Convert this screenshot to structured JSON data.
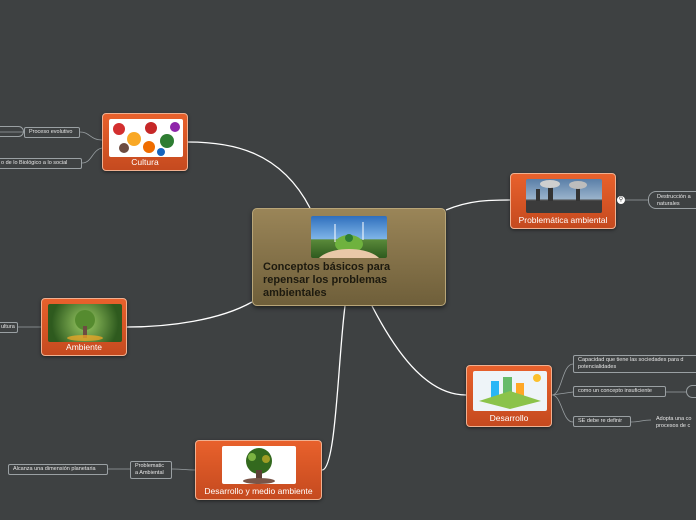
{
  "center": {
    "title": "Conceptos básicos para repensar los problemas ambientales"
  },
  "topics": {
    "cultura": {
      "label": "Cultura"
    },
    "problematica": {
      "label": "Problemática ambiental"
    },
    "ambiente": {
      "label": "Ambiente"
    },
    "desarrollo": {
      "label": "Desarrollo"
    },
    "desarrollo_ambiente": {
      "label": "Desarrollo y medio ambiente"
    }
  },
  "leaves": {
    "proceso_evolutivo": "Proceso evolutivo",
    "biologico_social": "o de lo Biológico a lo social",
    "cultura_left": "ultura",
    "destruccion": "Destrucción a\nnaturales",
    "capacidad": "Capacidad que tiene las sociedades para d\npotencialidades",
    "concepto_insuficiente": "como un concepto insuficiente",
    "se_debe": "SE debe re definir",
    "adopta": "Adopta una co\nprocesos de c",
    "problematica_ambiental": "Problematic\na Ambiental",
    "dimension_planetaria": "Alcanza una dimensión planetaria"
  },
  "colors": {
    "background": "#3e4142",
    "topic": "#e0582a",
    "center": "#8a7650"
  }
}
